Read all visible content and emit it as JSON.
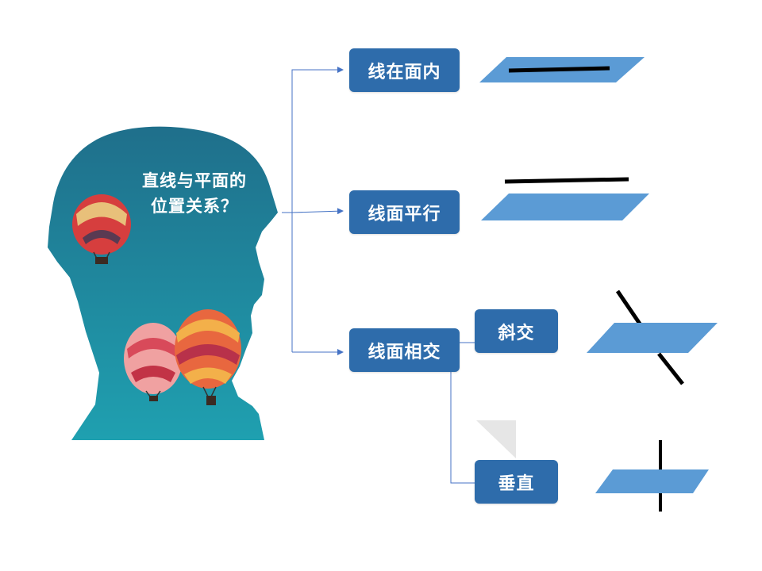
{
  "colors": {
    "box_fill": "#2e6cab",
    "plane_fill": "#5b9bd5",
    "connector": "#4472c4",
    "line_stroke": "#000000",
    "head_top": "#1f6f8b",
    "head_bottom": "#1fa0b0"
  },
  "icons": {
    "head": "child-head-silhouette",
    "balloon": "hot-air-balloon"
  },
  "question": {
    "line1": "直线与平面的",
    "line2": "位置关系？"
  },
  "branches": {
    "in_plane": "线在面内",
    "parallel": "线面平行",
    "intersect": "线面相交"
  },
  "sub_branches": {
    "oblique": "斜交",
    "perpendicular": "垂直"
  }
}
